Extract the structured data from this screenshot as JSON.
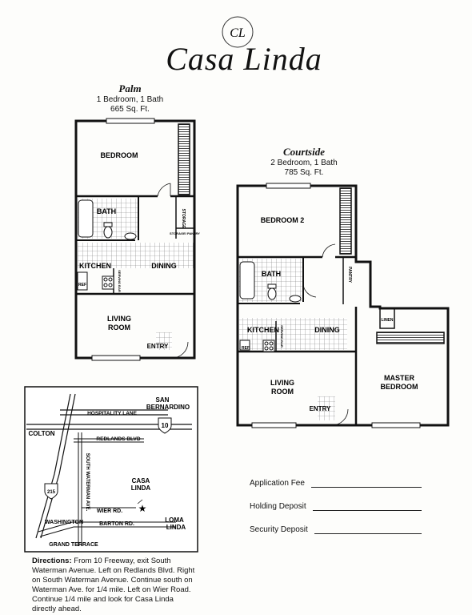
{
  "brand": {
    "monogram": "CL",
    "name": "Casa Linda"
  },
  "plans": [
    {
      "name": "Palm",
      "beds_baths": "1 Bedroom, 1 Bath",
      "sqft": "665 Sq. Ft.",
      "rooms": {
        "bedroom": "BEDROOM",
        "bath": "BATH",
        "storage": "STORAGE",
        "storage_pantry": "STORAGE/ PANTRY",
        "kitchen": "KITCHEN",
        "dining": "DINING",
        "ref": "REF",
        "serving_bar": "SERVING BAR",
        "living": "LIVING",
        "room": "ROOM",
        "entry": "ENTRY"
      }
    },
    {
      "name": "Courtside",
      "beds_baths": "2 Bedroom, 1 Bath",
      "sqft": "785 Sq. Ft.",
      "rooms": {
        "bedroom2": "BEDROOM 2",
        "bath": "BATH",
        "pantry": "PANTRY",
        "linen": "LINEN",
        "kitchen": "KITCHEN",
        "dining": "DINING",
        "ref": "REF",
        "serving_bar": "SERVING BAR",
        "living": "LIVING",
        "room": "ROOM",
        "entry": "ENTRY",
        "master": "MASTER",
        "master_bedroom": "BEDROOM"
      }
    }
  ],
  "map": {
    "san": "SAN",
    "bernardino": "BERNARDINO",
    "hospitality": "HOSPITALITY LANE",
    "colton": "COLTON",
    "redlands": "REDLANDS BLVD",
    "waterman": "SOUTH WATERMAN AVE.",
    "casa": "CASA",
    "linda": "LINDA",
    "wier": "WIER RD.",
    "barton": "BARTON RD.",
    "washington": "WASHINGTON",
    "loma": "LOMA",
    "loma_linda": "LINDA",
    "grand_terrace": "GRAND TERRACE",
    "i10": "10",
    "i215": "215"
  },
  "directions": {
    "label": "Directions:",
    "text": "From 10 Freeway, exit South Waterman Avenue. Left on Redlands Blvd. Right on South Waterman Avenue. Continue south on Waterman Ave. for 1/4 mile. Left on Wier Road. Continue 1/4 mile and look for Casa Linda directly ahead."
  },
  "fees": {
    "application": "Application Fee",
    "holding": "Holding Deposit",
    "security": "Security Deposit"
  }
}
